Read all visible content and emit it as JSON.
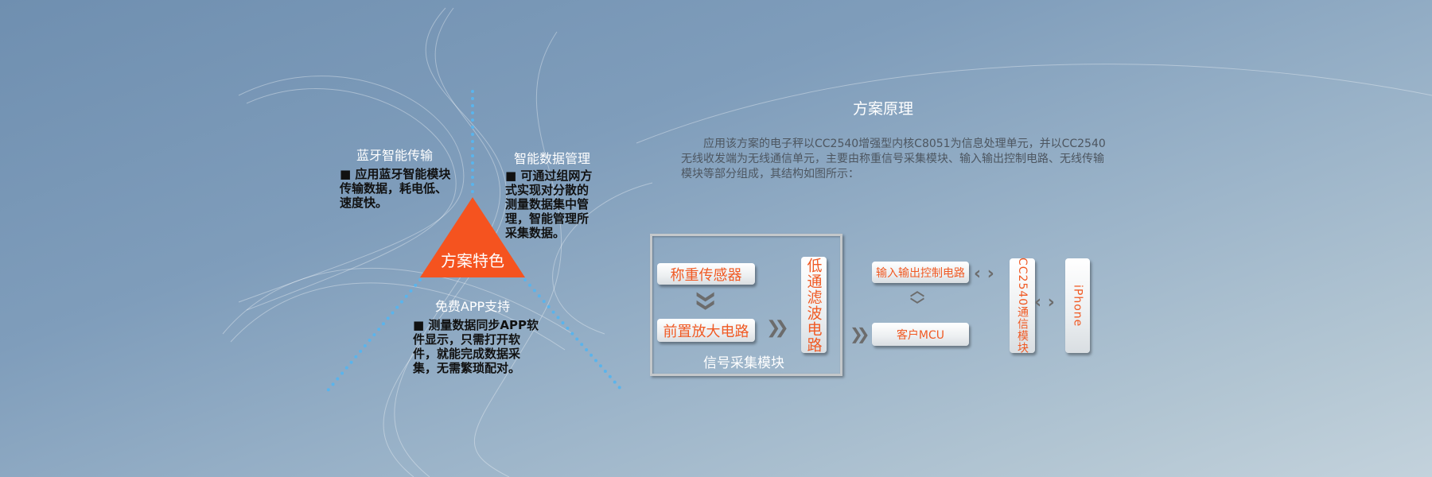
{
  "features": {
    "center_label": "方案特色",
    "bluetooth": {
      "title": "蓝牙智能传输",
      "text": "■ 应用蓝牙智能模块传输数据，耗电低、速度快。"
    },
    "management": {
      "title": "智能数据管理",
      "text": "■ 可通过组网方式实现对分散的测量数据集中管理，智能管理所采集数据。"
    },
    "app": {
      "title": "免费APP支持",
      "text": "■ 测量数据同步APP软件显示，只需打开软件，就能完成数据采集，无需繁琐配对。"
    }
  },
  "principle": {
    "title": "方案原理",
    "text": "应用该方案的电子秤以CC2540增强型内核C8051为信息处理单元，并以CC2540无线收发端为无线通信单元，主要由称重信号采集模块、输入输出控制电路、无线传输模块等部分组成，其结构如图所示："
  },
  "diagram": {
    "group_label": "信号采集模块",
    "sensor": "称重传感器",
    "preamp": "前置放大电路",
    "lowpass": "低通滤波电路",
    "io": "输入输出控制电路",
    "mcu": "客户MCU",
    "cc2540": "CC2540通信模块",
    "iphone": "iPhone"
  },
  "colors": {
    "accent": "#f5531f",
    "dots": "#5ab4ec"
  }
}
